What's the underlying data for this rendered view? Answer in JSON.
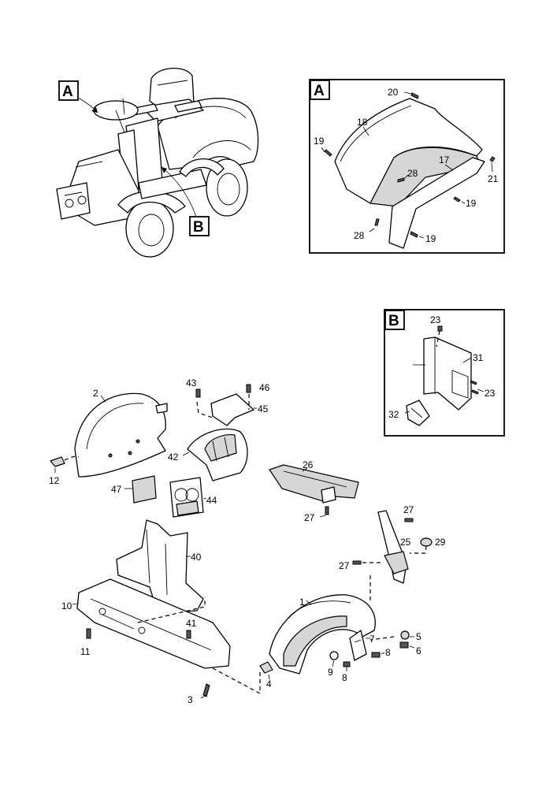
{
  "callouts": {
    "view_a": "A",
    "view_b": "B",
    "inset_a": "A",
    "inset_b": "B"
  },
  "parts": [
    {
      "key": "p1",
      "label": "1"
    },
    {
      "key": "p2",
      "label": "2"
    },
    {
      "key": "p3",
      "label": "3"
    },
    {
      "key": "p4",
      "label": "4"
    },
    {
      "key": "p5",
      "label": "5"
    },
    {
      "key": "p6",
      "label": "6"
    },
    {
      "key": "p7",
      "label": "7"
    },
    {
      "key": "p8a",
      "label": "8"
    },
    {
      "key": "p8b",
      "label": "8"
    },
    {
      "key": "p9",
      "label": "9"
    },
    {
      "key": "p10",
      "label": "10"
    },
    {
      "key": "p11",
      "label": "11"
    },
    {
      "key": "p12",
      "label": "12"
    },
    {
      "key": "p17",
      "label": "17"
    },
    {
      "key": "p18",
      "label": "18"
    },
    {
      "key": "p19a",
      "label": "19"
    },
    {
      "key": "p19b",
      "label": "19"
    },
    {
      "key": "p19c",
      "label": "19"
    },
    {
      "key": "p20",
      "label": "20"
    },
    {
      "key": "p21",
      "label": "21"
    },
    {
      "key": "p23a",
      "label": "23"
    },
    {
      "key": "p23b",
      "label": "23"
    },
    {
      "key": "p25",
      "label": "25"
    },
    {
      "key": "p26",
      "label": "26"
    },
    {
      "key": "p27a",
      "label": "27"
    },
    {
      "key": "p27b",
      "label": "27"
    },
    {
      "key": "p27c",
      "label": "27"
    },
    {
      "key": "p28a",
      "label": "28"
    },
    {
      "key": "p28b",
      "label": "28"
    },
    {
      "key": "p29",
      "label": "29"
    },
    {
      "key": "p31",
      "label": "31"
    },
    {
      "key": "p32",
      "label": "32"
    },
    {
      "key": "p40",
      "label": "40"
    },
    {
      "key": "p41",
      "label": "41"
    },
    {
      "key": "p42",
      "label": "42"
    },
    {
      "key": "p43",
      "label": "43"
    },
    {
      "key": "p44",
      "label": "44"
    },
    {
      "key": "p45",
      "label": "45"
    },
    {
      "key": "p46",
      "label": "46"
    },
    {
      "key": "p47",
      "label": "47"
    }
  ]
}
